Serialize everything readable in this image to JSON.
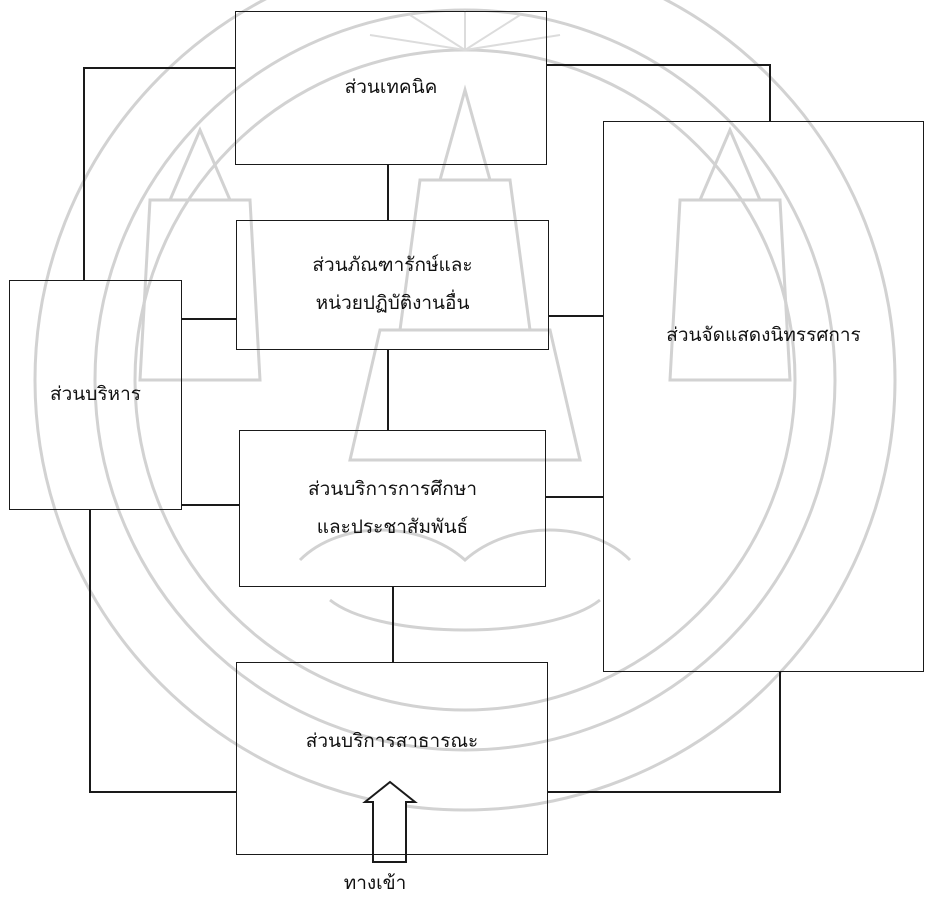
{
  "diagram": {
    "technical": "ส่วนเทคนิค",
    "storage": "ส่วนภัณฑารักษ์และ\nหน่วยปฏิบัติงานอื่น",
    "education": "ส่วนบริการการศึกษา\nและประชาสัมพันธ์",
    "exhibition": "ส่วนจัดแสดงนิทรรศการ",
    "admin": "ส่วนบริหาร",
    "public": "ส่วนบริการสาธารณะ",
    "entrance": "ทางเข้า"
  },
  "colors": {
    "line": "#1a1a1a",
    "watermark": "#cfcfcf"
  }
}
